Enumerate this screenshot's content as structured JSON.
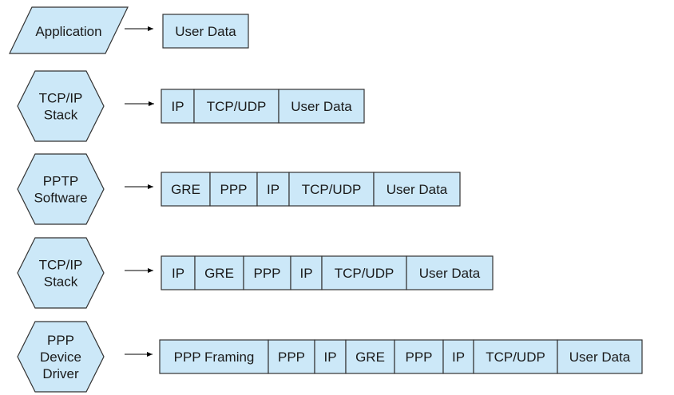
{
  "colors": {
    "fill": "#cce8f8",
    "stroke": "#333333",
    "text": "#1a1a1a"
  },
  "rows": [
    {
      "shape": "parallelogram",
      "label": [
        "Application"
      ],
      "cells": [
        "User Data"
      ]
    },
    {
      "shape": "hexagon",
      "label": [
        "TCP/IP",
        "Stack"
      ],
      "cells": [
        "IP",
        "TCP/UDP",
        "User Data"
      ]
    },
    {
      "shape": "hexagon",
      "label": [
        "PPTP",
        "Software"
      ],
      "cells": [
        "GRE",
        "PPP",
        "IP",
        "TCP/UDP",
        "User Data"
      ]
    },
    {
      "shape": "hexagon",
      "label": [
        "TCP/IP",
        "Stack"
      ],
      "cells": [
        "IP",
        "GRE",
        "PPP",
        "IP",
        "TCP/UDP",
        "User Data"
      ]
    },
    {
      "shape": "hexagon",
      "label": [
        "PPP",
        "Device",
        "Driver"
      ],
      "cells": [
        "PPP Framing",
        "PPP",
        "IP",
        "GRE",
        "PPP",
        "IP",
        "TCP/UDP",
        "User Data"
      ]
    }
  ]
}
